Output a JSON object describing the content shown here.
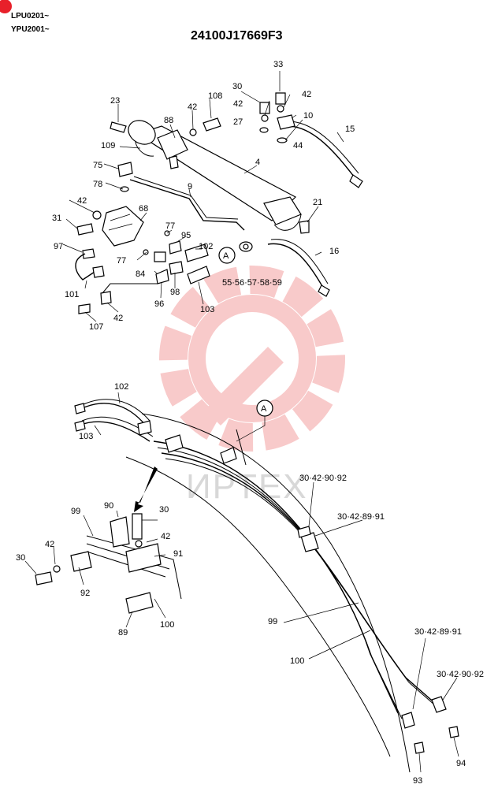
{
  "header": {
    "serials": [
      "LPU0201~",
      "YPU2001~"
    ],
    "title": "24100J17669F3"
  },
  "watermark": {
    "text": "ИРТЕХ",
    "color": "#f4a0a0"
  },
  "callouts": {
    "c33": "33",
    "c30a": "30",
    "c42a": "42",
    "c10": "10",
    "c15": "15",
    "c27": "27",
    "c44": "44",
    "c23": "23",
    "c42b": "42",
    "c108": "108",
    "c88": "88",
    "c109": "109",
    "c4": "4",
    "c75": "75",
    "c78": "78",
    "c9": "9",
    "c42c": "42",
    "c31": "31",
    "c68": "68",
    "c21": "21",
    "c97": "97",
    "c77a": "77",
    "c95": "95",
    "c102a": "102",
    "cA1": "A",
    "c16": "16",
    "c77b": "77",
    "c84": "84",
    "c55": "55·56·57·58·59",
    "c101": "101",
    "c96": "96",
    "c98": "98",
    "c103a": "103",
    "c42d": "42",
    "c107": "107",
    "c102b": "102",
    "c103b": "103",
    "cA2": "A",
    "c30_42_90_92a": "30·42·90·92",
    "c30_42_89_91a": "30·42·89·91",
    "c99a": "99",
    "c90": "90",
    "c30b": "30",
    "c42e": "42",
    "c42f": "42",
    "c30c": "30",
    "c91": "91",
    "c92": "92",
    "c89": "89",
    "c100a": "100",
    "c99b": "99",
    "c100b": "100",
    "c30_42_89_91b": "30·42·89·91",
    "c30_42_90_92b": "30·42·90·92",
    "c93": "93",
    "c94": "94"
  }
}
